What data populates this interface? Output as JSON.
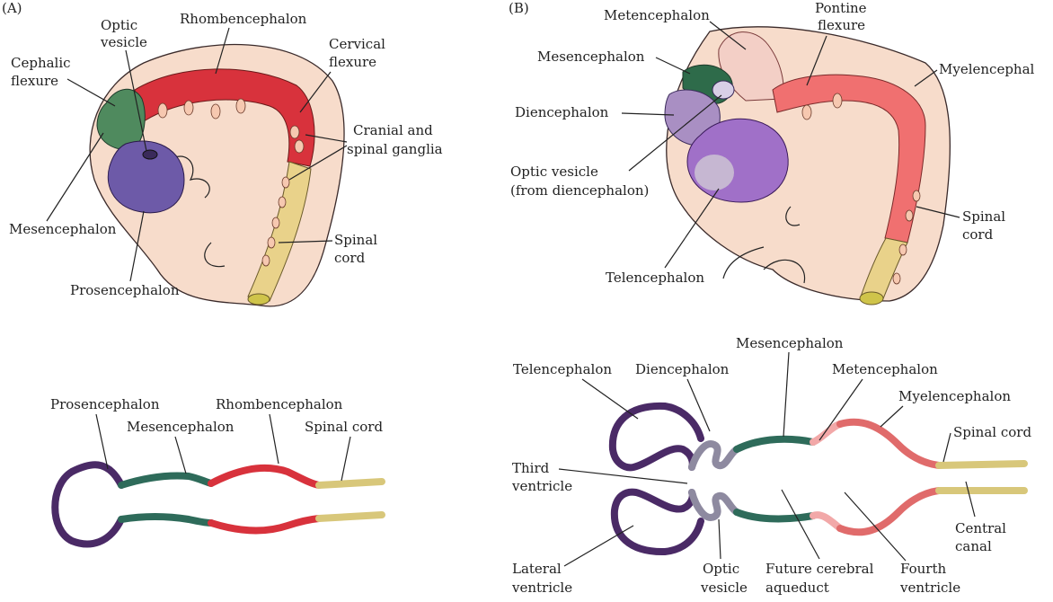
{
  "panel_a": {
    "tag": "(A)",
    "labels": {
      "optic_vesicle": [
        "Optic",
        "vesicle"
      ],
      "rhombencephalon": "Rhombencephalon",
      "cephalic_flexure": [
        "Cephalic",
        "flexure"
      ],
      "cervical_flexure": [
        "Cervical",
        "flexure"
      ],
      "cranial_spinal_ganglia": [
        "Cranial and",
        "spinal ganglia"
      ],
      "mesencephalon": "Mesencephalon",
      "spinal_cord": [
        "Spinal",
        "cord"
      ],
      "prosencephalon": "Prosencephalon"
    },
    "tube_labels": {
      "prosencephalon": "Prosencephalon",
      "mesencephalon": "Mesencephalon",
      "rhombencephalon": "Rhombencephalon",
      "spinal_cord": "Spinal cord"
    }
  },
  "panel_b": {
    "tag": "(B)",
    "labels": {
      "metencephalon": "Metencephalon",
      "pontine_flexure": [
        "Pontine",
        "flexure"
      ],
      "mesencephalon": "Mesencephalon",
      "myelencephalon": "Myelencephal",
      "diencephalon": "Diencephalon",
      "optic_vesicle": [
        "Optic vesicle",
        "(from diencephalon)"
      ],
      "spinal_cord": [
        "Spinal",
        "cord"
      ],
      "telencephalon": "Telencephalon"
    },
    "tube_labels": {
      "mesencephalon": "Mesencephalon",
      "telencephalon": "Telencephalon",
      "diencephalon": "Diencephalon",
      "metencephalon": "Metencephalon",
      "myelencephalon": "Myelencephalon",
      "spinal_cord": "Spinal cord",
      "third_ventricle": [
        "Third",
        "ventricle"
      ],
      "central_canal": [
        "Central",
        "canal"
      ],
      "lateral_ventricle": [
        "Lateral",
        "ventricle"
      ],
      "optic_vesicle": [
        "Optic",
        "vesicle"
      ],
      "future_cerebral_aqueduct": [
        "Future cerebral",
        "aqueduct"
      ],
      "fourth_ventricle": [
        "Fourth",
        "ventricle"
      ]
    }
  },
  "colors": {
    "prosencephalon": "#4a2a66",
    "mesencephalon": "#2e6b5a",
    "rhombencephalon": "#d8323c",
    "spinal_cord": "#d8c77a",
    "diencephalon": "#8e8aa0",
    "metencephalon": "#f2a8a8",
    "myelencephalon": "#e06b6b",
    "embryo_skin": "#f7dccb",
    "forebrain_fill": "#8d6fb8"
  }
}
